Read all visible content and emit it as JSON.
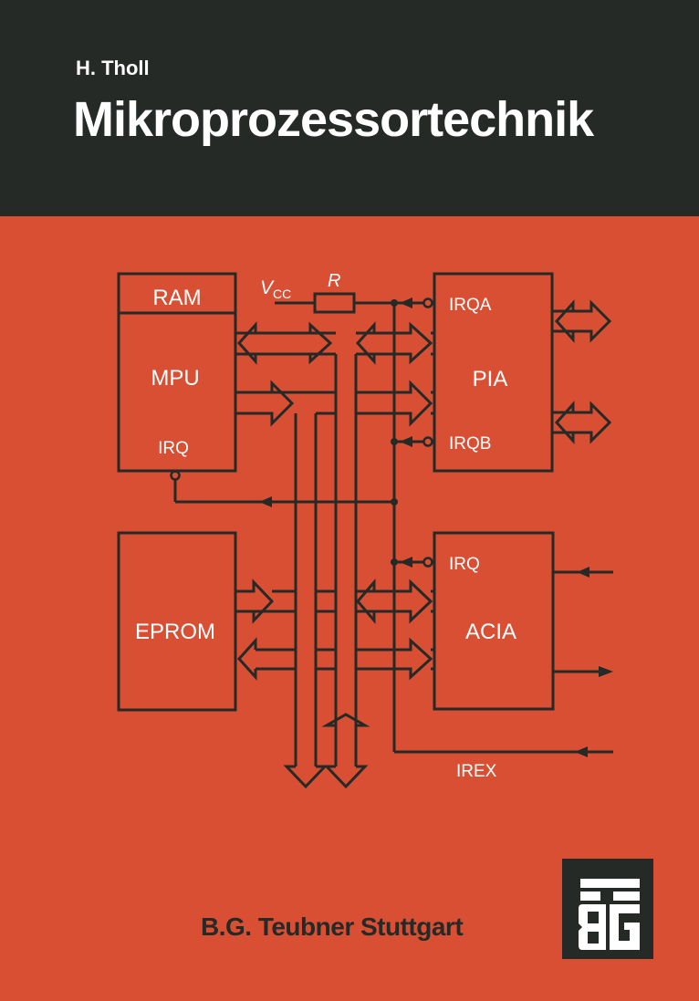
{
  "cover": {
    "author": "H. Tholl",
    "title": "Mikroprozessortechnik",
    "publisher": "B.G. Teubner Stuttgart",
    "logo": "teubner-tg-logo",
    "colors": {
      "dark": "#252a27",
      "orange": "#d94f33",
      "text_light": "#ffffff"
    }
  },
  "diagram": {
    "blocks": {
      "ram": "RAM",
      "mpu": "MPU",
      "mpu_irq": "IRQ",
      "eprom": "EPROM",
      "pia": "PIA",
      "pia_irqa": "IRQA",
      "pia_irqb": "IRQB",
      "acia": "ACIA",
      "acia_irq": "IRQ"
    },
    "vcc_label": "V",
    "vcc_sub": "CC",
    "resistor_label": "R",
    "irex_label": "IREX"
  }
}
